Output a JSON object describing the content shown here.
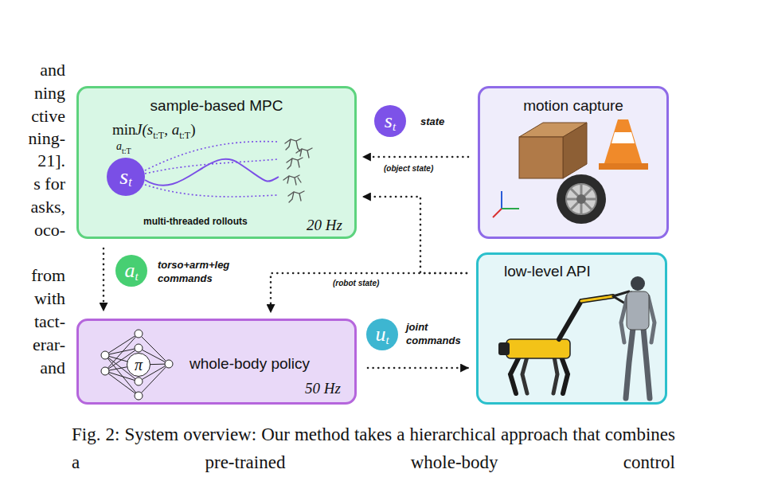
{
  "diagram": {
    "caption": "Fig. 2: System overview: Our method takes a hierarchical approach that combines a pre-trained whole-body control",
    "nodes": [
      {
        "text": [
          "sample-based MPC",
          "multi-threaded rollouts",
          "20 Hz"
        ]
      },
      {
        "text": [
          "s",
          "t"
        ],
        "in": 0
      },
      {
        "text": [
          "s",
          "t",
          "state"
        ]
      },
      {
        "text": [
          "motion capture"
        ]
      },
      {
        "text": [
          "a",
          "t",
          "torso+arm+leg commands"
        ]
      },
      {
        "text": [
          "low-level API"
        ]
      },
      {
        "text": [
          "whole-body policy",
          "50 Hz"
        ]
      },
      {
        "text": [
          "π"
        ],
        "in": 6
      },
      {
        "text": [
          "u",
          "t",
          "joint commands"
        ]
      }
    ],
    "edges": [
      {
        "from": 3,
        "to": 0,
        "label": "(object state)",
        "arrow": "to"
      },
      {
        "from": 5,
        "to": 0,
        "arrow": "to"
      },
      {
        "from": 5,
        "to": 6,
        "label": "(robot state)",
        "arrow": "to"
      },
      {
        "from": 0,
        "to": 6,
        "arrow": "to"
      },
      {
        "from": 6,
        "to": 5,
        "arrow": "to"
      }
    ],
    "labels": [
      "and",
      "ning",
      "ctive",
      "ning-",
      "21].",
      "s for",
      "asks,",
      "oco-",
      "from",
      "with",
      "tact-",
      "erar-",
      "and",
      "min",
      "a",
      "t:T",
      "J(s",
      "t:T",
      ", a",
      "t:T",
      ")"
    ]
  }
}
